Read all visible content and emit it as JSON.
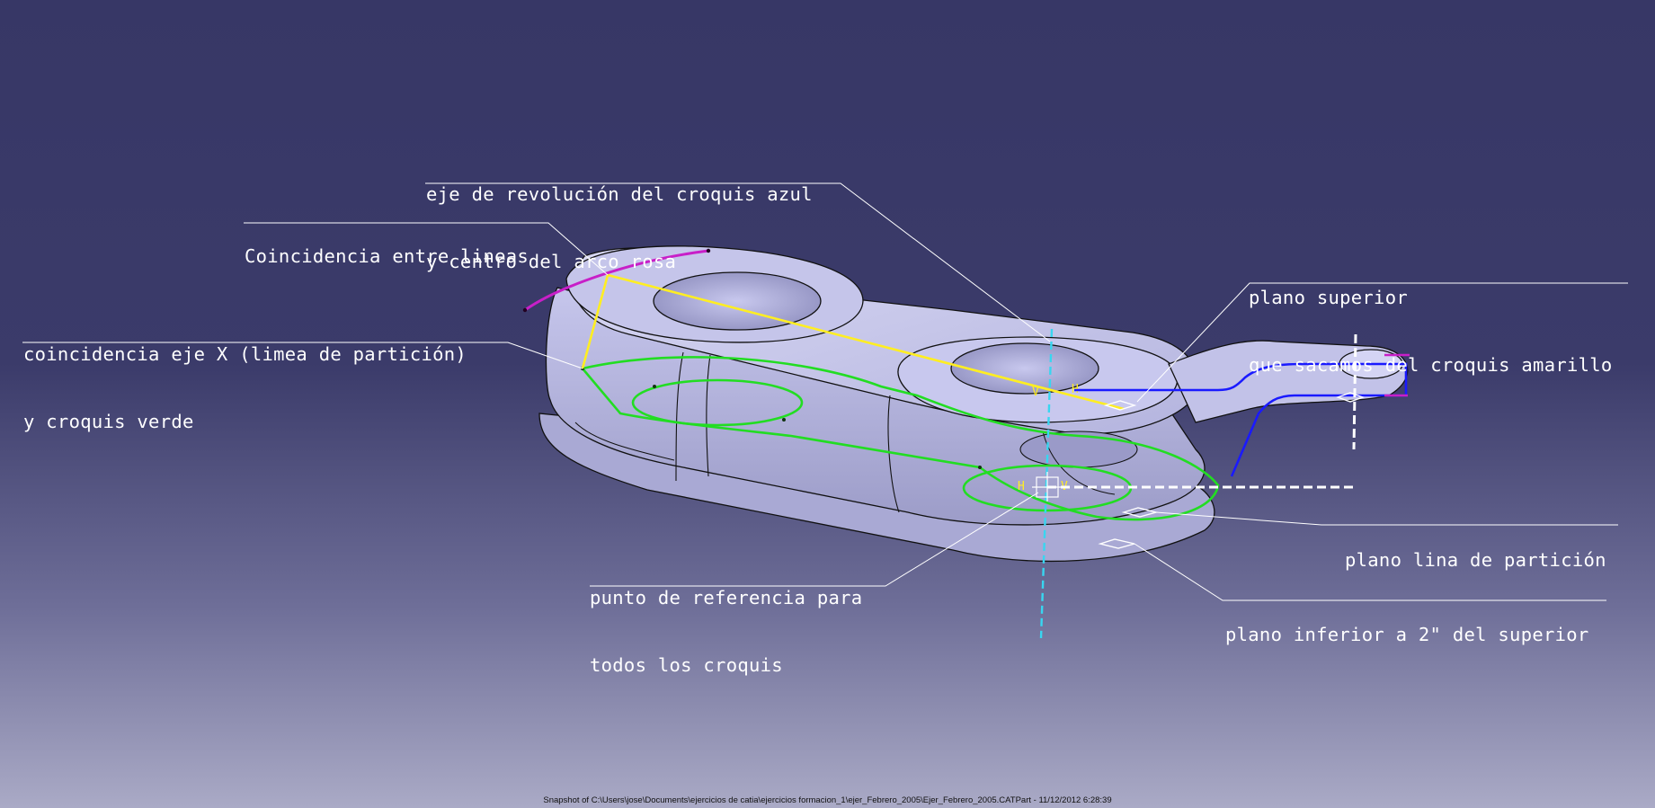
{
  "viewer": {
    "background_top": "#373766",
    "background_bottom": "#aaaac6",
    "part_color": "#bcbce4",
    "colors": {
      "yellow_sketch": "#ffee22",
      "green_sketch": "#22dd22",
      "blue_sketch": "#1a1aff",
      "pink_arc": "#c81fc8",
      "axis_line": "#38d6f0",
      "plane_line": "#ffffff"
    }
  },
  "annotations": {
    "rev_axis": {
      "line1": "eje de revolución del croquis azul",
      "line2": "y centro del arco rosa"
    },
    "coincidence_lines": {
      "line1": "Coincidencia entre lineas"
    },
    "x_axis": {
      "line1": "coincidencia eje X (limea de partición)",
      "line2": "y croquis verde"
    },
    "upper_plane": {
      "line1": "plano superior",
      "line2": "que sacamos del croquis amarillo"
    },
    "parting_plane": {
      "line1": "plano lina de partición"
    },
    "lower_plane": {
      "line1": "plano inferior a 2\" del superior"
    },
    "ref_point": {
      "line1": "punto de referencia para",
      "line2": "todos los croquis"
    }
  },
  "status": {
    "caption": "Snapshot of C:\\Users\\jose\\Documents\\ejercicios de catia\\ejercicios formacion_1\\ejer_Febrero_2005\\Ejer_Febrero_2005.CATPart - 11/12/2012 6:28:39"
  }
}
